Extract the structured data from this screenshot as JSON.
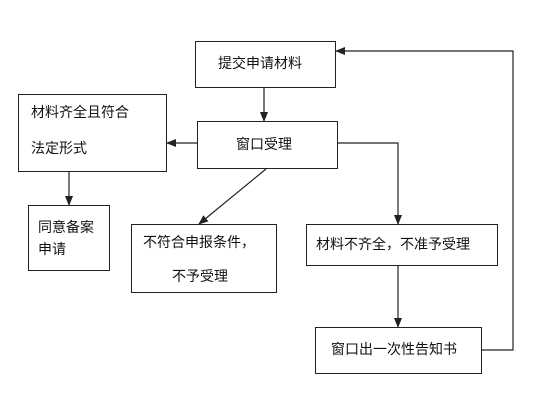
{
  "diagram": {
    "nodes": {
      "submit": {
        "label": "提交申请材料"
      },
      "window": {
        "label": "窗口受理"
      },
      "complete": {
        "line1": "材料齐全且符合",
        "line2": "法定形式"
      },
      "agree": {
        "line1": "同意备案",
        "line2": "申请"
      },
      "reject_conditions": {
        "line1": "不符合申报条件，",
        "line2": "不予受理"
      },
      "incomplete": {
        "label": "材料不齐全，不准予受理"
      },
      "notice": {
        "label": "窗口出一次性告知书"
      }
    },
    "edges": [
      {
        "from": "submit",
        "to": "window"
      },
      {
        "from": "window",
        "to": "complete"
      },
      {
        "from": "complete",
        "to": "agree"
      },
      {
        "from": "window",
        "to": "reject_conditions"
      },
      {
        "from": "window",
        "to": "incomplete"
      },
      {
        "from": "incomplete",
        "to": "notice"
      },
      {
        "from": "notice",
        "to": "submit"
      }
    ],
    "colors": {
      "line": "#222222",
      "box_border": "#222222",
      "background": "#ffffff"
    }
  }
}
